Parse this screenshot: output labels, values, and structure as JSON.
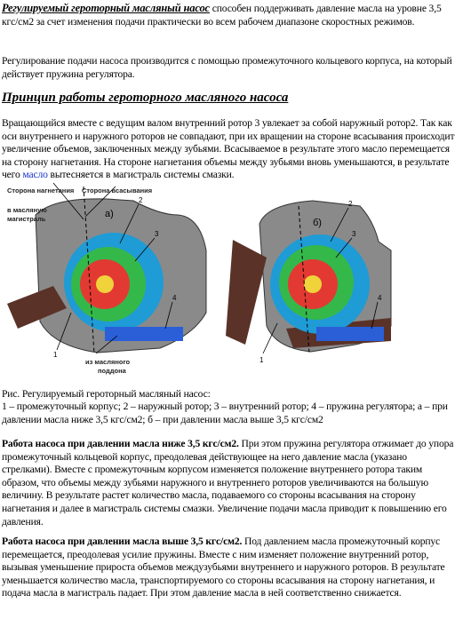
{
  "intro": {
    "title": "Регулируемый героторный масляный насос",
    "text": " способен поддерживать давление масла на уровне 3,5 кгс/см2 за счет изменения подачи практически во всем рабочем диапазоне скоростных режимов."
  },
  "regulation_text": "Регулирование подачи насоса производится с помощью промежуточного кольцевого корпуса, на который действует пружина регулятора.",
  "section_title": "Принцип работы героторного масляного насоса",
  "principle": {
    "text_before": "Вращающийся вместе с ведущим валом внутренний ротор 3 увлекает за собой наружный ротор2. Так как оси внутреннего и наружного роторов не совпадают, при их вращении на стороне всасывания происходит увеличение объемов, заключенных между зубьями. Всасываемое в результате этого масло перемещается на сторону нагнетания. На стороне нагнетания объемы между зубьями вновь уменьшаются, в результате чего ",
    "link": "масло",
    "text_after": " вытесняется в магистраль системы смазки."
  },
  "figure": {
    "labels": {
      "discharge_side": "Сторона нагнетания",
      "suction_side": "Сторона всасывания",
      "to_oil_line_1": "в масляную",
      "to_oil_line_2": "магистраль",
      "from_sump_1": "из масляного",
      "from_sump_2": "поддона",
      "a": "а)",
      "b": "б)",
      "n1": "1",
      "n2": "2",
      "n3": "3",
      "n4": "4",
      "m1": "1",
      "m2": "2",
      "m3": "3",
      "m4": "4"
    },
    "colors": {
      "housing": "#8a8a8a",
      "channel": "#5a3228",
      "ring": "#1f9bd6",
      "outer_rotor": "#34b84a",
      "inner_rotor": "#e23a32",
      "gear_yellow": "#f0d23a",
      "spring": "#2a5fd8"
    }
  },
  "caption": {
    "line1": "Рис. Регулируемый героторный масляный насос:",
    "line2": "1 – промежуточный корпус; 2 – наружный ротор; 3 – внутренний ротор; 4 – пружина регулятора; а – при давлении масла ниже 3,5 кгс/см2; б – при давлении масла выше 3,5 кгс/см2"
  },
  "low_pressure": {
    "title": "Работа насоса при давлении масла ниже 3,5 кгс/см2.",
    "text": " При этом пружина регулятора отжимает до упора промежуточный кольцевой корпус, преодолевая действующее на него давление масла (указано стрелками). Вместе с промежуточным корпусом изменяется положение внутреннего ротора таким образом, что объемы между зубьями наружного и внутреннего роторов увеличиваются на большую величину. В результате растет количество масла, подаваемого со стороны всасывания на сторону нагнетания и далее в магистраль системы смазки. Увеличение подачи масла приводит к повышению его давления."
  },
  "high_pressure": {
    "title": "Работа насоса при давлении масла выше 3,5 кгс/см2.",
    "text": " Под давлением масла промежуточный корпус перемещается, преодолевая усилие пружины. Вместе с ним изменяет положение внутренний ротор, вызывая уменьшение прироста объемов междузубьями внутреннего и наружного роторов. В результате уменьшается количество масла, транспортируемого со стороны всасывания на сторону нагнетания, и подача масла в магистраль падает. При этом давление масла в ней соответственно снижается."
  }
}
